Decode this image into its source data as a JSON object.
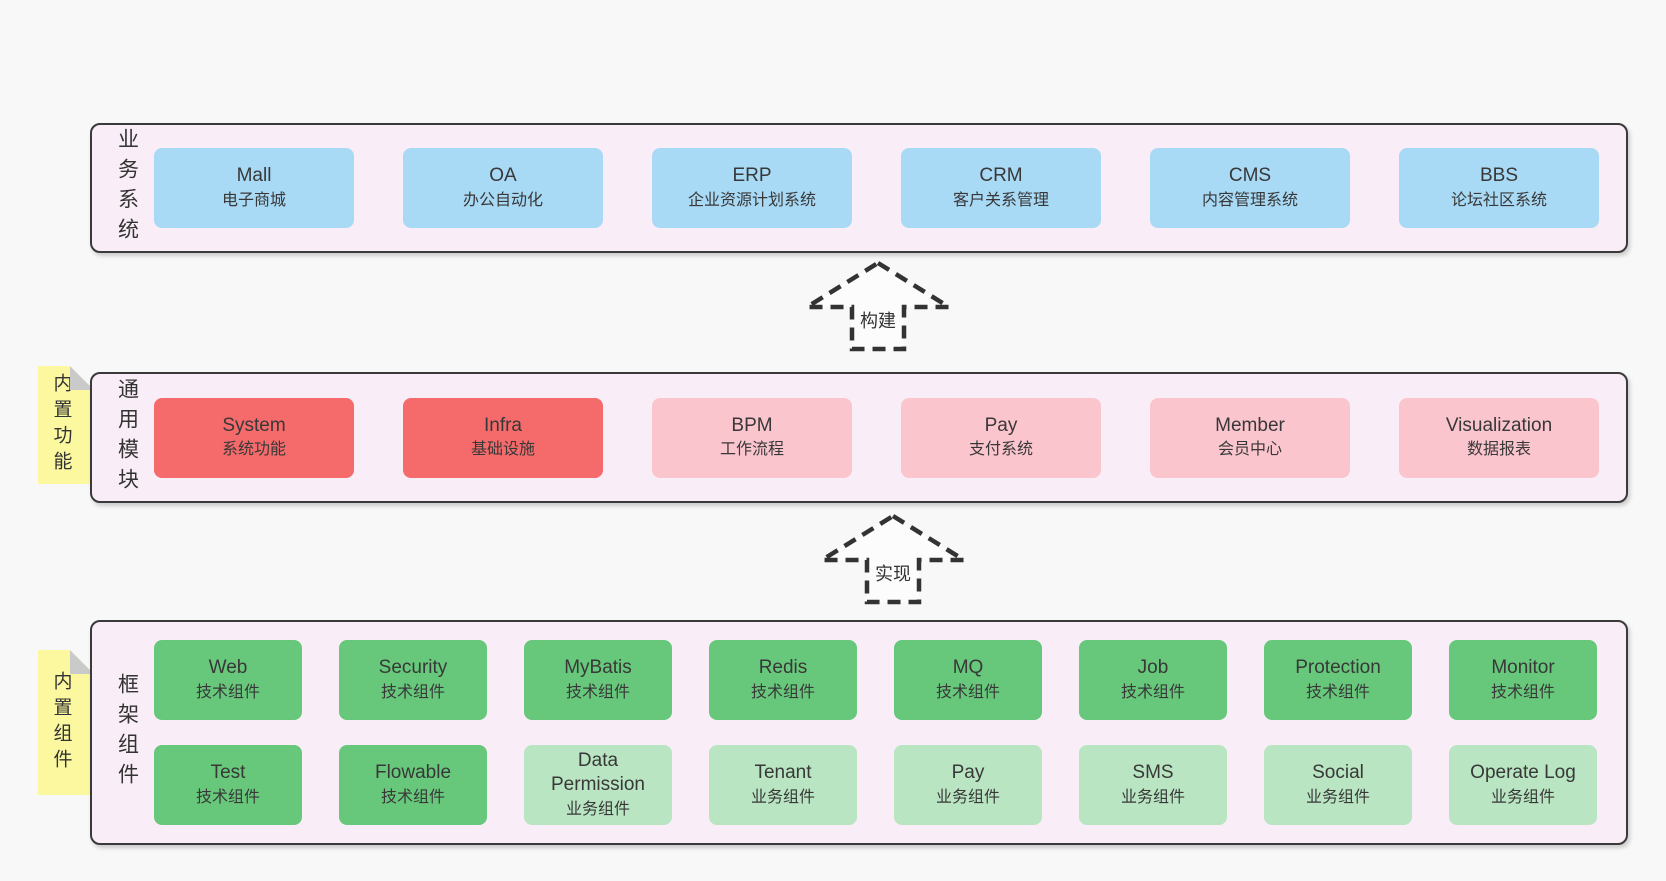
{
  "colors": {
    "page_bg": "#f8f8f8",
    "container_bg": "#f9eef7",
    "container_border": "#3a3a3a",
    "box_blue": "#a8d9f5",
    "box_red": "#f56a6a",
    "box_pink": "#fbc5ce",
    "box_green": "#67c87b",
    "box_green_light": "#b9e5c2",
    "note_yellow": "#fbf8a0",
    "text": "#383838"
  },
  "sections": {
    "business": {
      "label": "业务系统",
      "boxes": [
        {
          "en": "Mall",
          "cn": "电子商城"
        },
        {
          "en": "OA",
          "cn": "办公自动化"
        },
        {
          "en": "ERP",
          "cn": "企业资源计划系统"
        },
        {
          "en": "CRM",
          "cn": "客户关系管理"
        },
        {
          "en": "CMS",
          "cn": "内容管理系统"
        },
        {
          "en": "BBS",
          "cn": "论坛社区系统"
        }
      ]
    },
    "modules": {
      "label": "通用模块",
      "note": "内置功能",
      "boxes": [
        {
          "en": "System",
          "cn": "系统功能"
        },
        {
          "en": "Infra",
          "cn": "基础设施"
        },
        {
          "en": "BPM",
          "cn": "工作流程"
        },
        {
          "en": "Pay",
          "cn": "支付系统"
        },
        {
          "en": "Member",
          "cn": "会员中心"
        },
        {
          "en": "Visualization",
          "cn": "数据报表"
        }
      ]
    },
    "framework": {
      "label": "框架组件",
      "note": "内置组件",
      "row1": [
        {
          "en": "Web",
          "cn": "技术组件"
        },
        {
          "en": "Security",
          "cn": "技术组件"
        },
        {
          "en": "MyBatis",
          "cn": "技术组件"
        },
        {
          "en": "Redis",
          "cn": "技术组件"
        },
        {
          "en": "MQ",
          "cn": "技术组件"
        },
        {
          "en": "Job",
          "cn": "技术组件"
        },
        {
          "en": "Protection",
          "cn": "技术组件"
        },
        {
          "en": "Monitor",
          "cn": "技术组件"
        }
      ],
      "row2": [
        {
          "en": "Test",
          "cn": "技术组件"
        },
        {
          "en": "Flowable",
          "cn": "技术组件"
        },
        {
          "en": "Data Permission",
          "cn": "业务组件"
        },
        {
          "en": "Tenant",
          "cn": "业务组件"
        },
        {
          "en": "Pay",
          "cn": "业务组件"
        },
        {
          "en": "SMS",
          "cn": "业务组件"
        },
        {
          "en": "Social",
          "cn": "业务组件"
        },
        {
          "en": "Operate Log",
          "cn": "业务组件"
        }
      ]
    }
  },
  "arrows": {
    "build": "构建",
    "implement": "实现"
  }
}
